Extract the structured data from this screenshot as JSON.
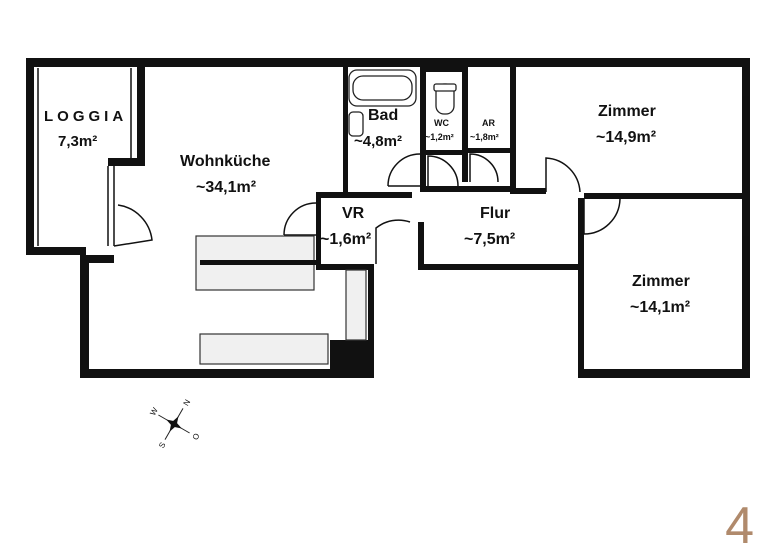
{
  "rooms": {
    "loggia": {
      "name": "LOGGIA",
      "area": "7,3m²"
    },
    "wohnkueche": {
      "name": "Wohnküche",
      "area": "~34,1m²"
    },
    "bad": {
      "name": "Bad",
      "area": "~4,8m²"
    },
    "wc": {
      "name": "WC",
      "area": "~1,2m²"
    },
    "ar": {
      "name": "AR",
      "area": "~1,8m²"
    },
    "zimmer1": {
      "name": "Zimmer",
      "area": "~14,9m²"
    },
    "vr": {
      "name": "VR",
      "area": "~1,6m²"
    },
    "flur": {
      "name": "Flur",
      "area": "~7,5m²"
    },
    "zimmer2": {
      "name": "Zimmer",
      "area": "~14,1m²"
    }
  },
  "compass": {
    "n": "N",
    "s": "S",
    "w": "W",
    "o": "O"
  },
  "page_number": "4",
  "colors": {
    "wall": "#111111",
    "page_number": "#b08a6c"
  }
}
